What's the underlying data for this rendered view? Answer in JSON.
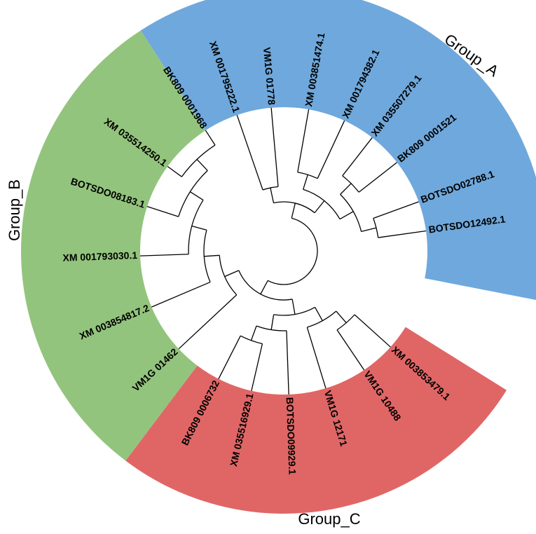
{
  "groups": [
    {
      "id": "A",
      "label": "Group_A",
      "color": "#6fa8dc"
    },
    {
      "id": "B",
      "label": "Group_B",
      "color": "#93c47d"
    },
    {
      "id": "C",
      "label": "Group_C",
      "color": "#e06666"
    }
  ],
  "leaves": [
    {
      "label": "XM 001795222.1",
      "group": "A"
    },
    {
      "label": "VM1G 01778",
      "group": "A"
    },
    {
      "label": "XM 003851474.1",
      "group": "A"
    },
    {
      "label": "XM 001794382.1",
      "group": "A"
    },
    {
      "label": "XM 035507279.1",
      "group": "A"
    },
    {
      "label": "BK809 0001521",
      "group": "A"
    },
    {
      "label": "BOTSDO02788.1",
      "group": "A"
    },
    {
      "label": "BOTSDO12492.1",
      "group": "A"
    },
    {
      "label": "XM 003853479.1",
      "group": "C"
    },
    {
      "label": "VM1G 10488",
      "group": "C"
    },
    {
      "label": "VM1G 12171",
      "group": "C"
    },
    {
      "label": "BOTSDO09929.1",
      "group": "C"
    },
    {
      "label": "XM 035516929.1",
      "group": "C"
    },
    {
      "label": "BK809 0006732",
      "group": "C"
    },
    {
      "label": "VM1G 01462",
      "group": "B"
    },
    {
      "label": "XM 003854817.2",
      "group": "B"
    },
    {
      "label": "XM 001793030.1",
      "group": "B"
    },
    {
      "label": "BOTSDO08183.1",
      "group": "B"
    },
    {
      "label": "XM 035514250.1",
      "group": "B"
    },
    {
      "label": "BK809 0001968",
      "group": "B"
    }
  ]
}
